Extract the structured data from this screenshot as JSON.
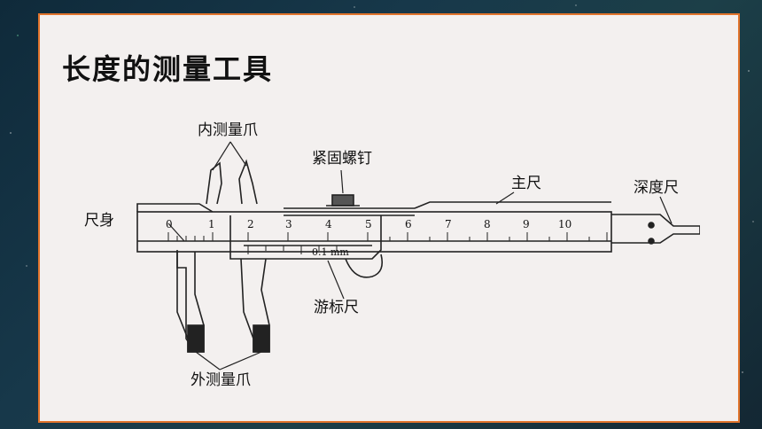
{
  "slide": {
    "title": "长度的测量工具"
  },
  "diagram": {
    "labels": {
      "inner_jaw": "内测量爪",
      "lock_screw": "紧固螺钉",
      "main_scale": "主尺",
      "depth_rod": "深度尺",
      "body": "尺身",
      "vernier": "游标尺",
      "outer_jaw": "外测量爪",
      "vernier_unit": "0.1 mm"
    },
    "main_scale_numbers": [
      "0",
      "1",
      "2",
      "3",
      "4",
      "5",
      "6",
      "7",
      "8",
      "9",
      "10"
    ]
  },
  "colors": {
    "frame": "#e1742c",
    "panel": "#f3f0ef",
    "background": "#17384a",
    "line": "#222222"
  }
}
